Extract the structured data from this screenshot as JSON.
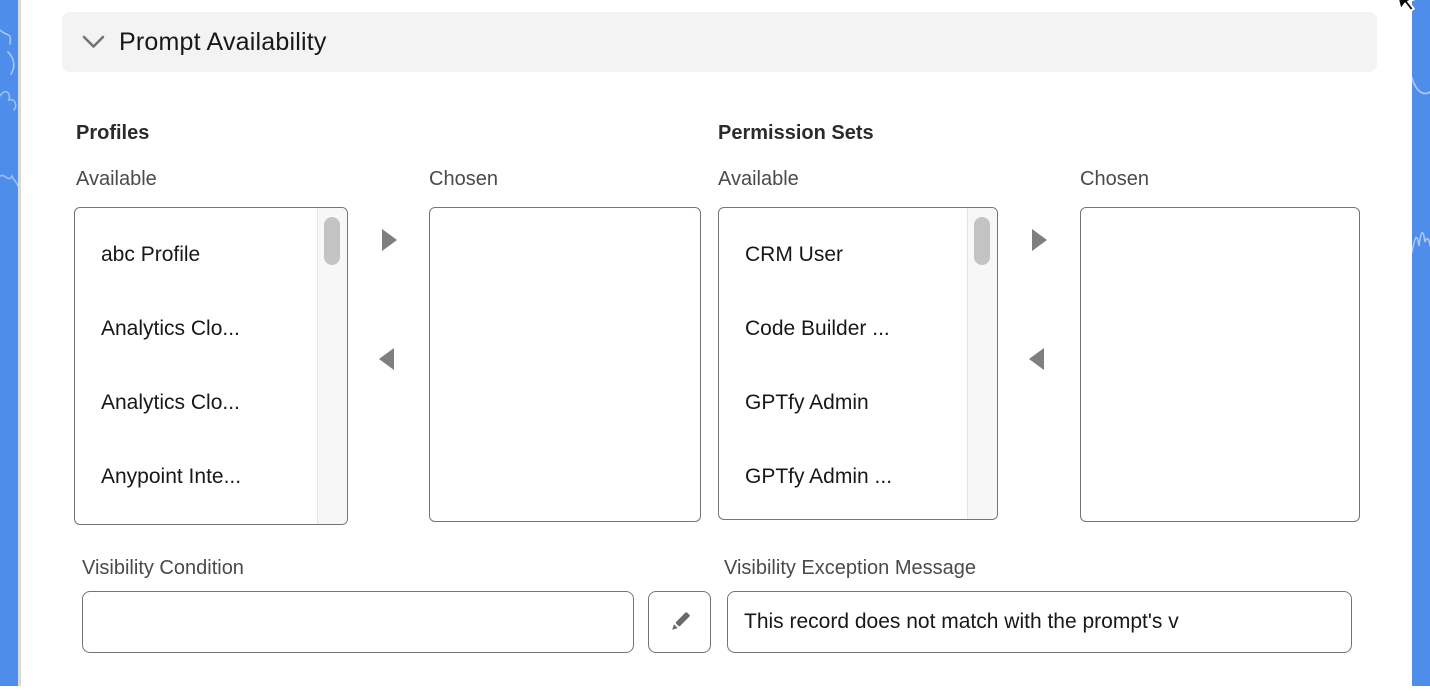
{
  "section": {
    "title": "Prompt Availability"
  },
  "profiles": {
    "label": "Profiles",
    "available_label": "Available",
    "chosen_label": "Chosen",
    "available_items": [
      "abc Profile",
      "Analytics Clo...",
      "Analytics Clo...",
      "Anypoint Inte..."
    ],
    "chosen_items": []
  },
  "permission_sets": {
    "label": "Permission Sets",
    "available_label": "Available",
    "chosen_label": "Chosen",
    "available_items": [
      "CRM User",
      "Code Builder ...",
      "GPTfy Admin",
      "GPTfy Admin ..."
    ],
    "chosen_items": []
  },
  "visibility_condition": {
    "label": "Visibility Condition",
    "value": ""
  },
  "visibility_exception_message": {
    "label": "Visibility Exception Message",
    "value": "This record does not match with the prompt's v"
  },
  "icons": {
    "section_chevron": "chevron-down",
    "move_right": "triangle-right",
    "move_left": "triangle-left",
    "edit": "pencil"
  },
  "colors": {
    "accent_blue": "#4e8de9",
    "header_bg": "#f3f3f3",
    "border_gray": "#757575",
    "arrow_gray": "#7f7f7f"
  }
}
